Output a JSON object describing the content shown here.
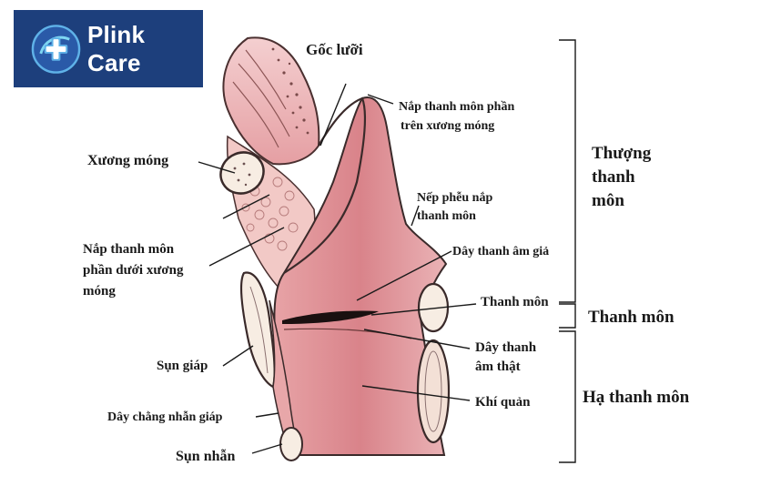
{
  "brand": {
    "name": "Plink Care",
    "color": "#1d3f7c",
    "icon": "medical-cross-logo-icon"
  },
  "labels": {
    "goc_luoi": "Gốc lưỡi",
    "nap_tren_1": "Nắp thanh môn phần",
    "nap_tren_2": "trên xương móng",
    "xuong_mong": "Xương móng",
    "nep_phau_1": "Nếp phễu nắp",
    "nep_phau_2": "thanh môn",
    "day_thanh_gia": "Dây thanh âm giả",
    "nap_duoi_1": "Nắp thanh môn",
    "nap_duoi_2": "phần dưới xương",
    "nap_duoi_3": "móng",
    "thanh_mon": "Thanh môn",
    "sun_giap": "Sụn giáp",
    "day_that_1": "Dây thanh",
    "day_that_2": "âm thật",
    "day_chang": "Dây chằng nhẫn giáp",
    "khi_quan": "Khí quản",
    "sun_nhan": "Sụn nhẫn"
  },
  "regions": {
    "thuong_1": "Thượng",
    "thuong_2": "thanh",
    "thuong_3": "môn",
    "thanh_mon": "Thanh môn",
    "ha_thanh_mon": "Hạ thanh môn"
  }
}
